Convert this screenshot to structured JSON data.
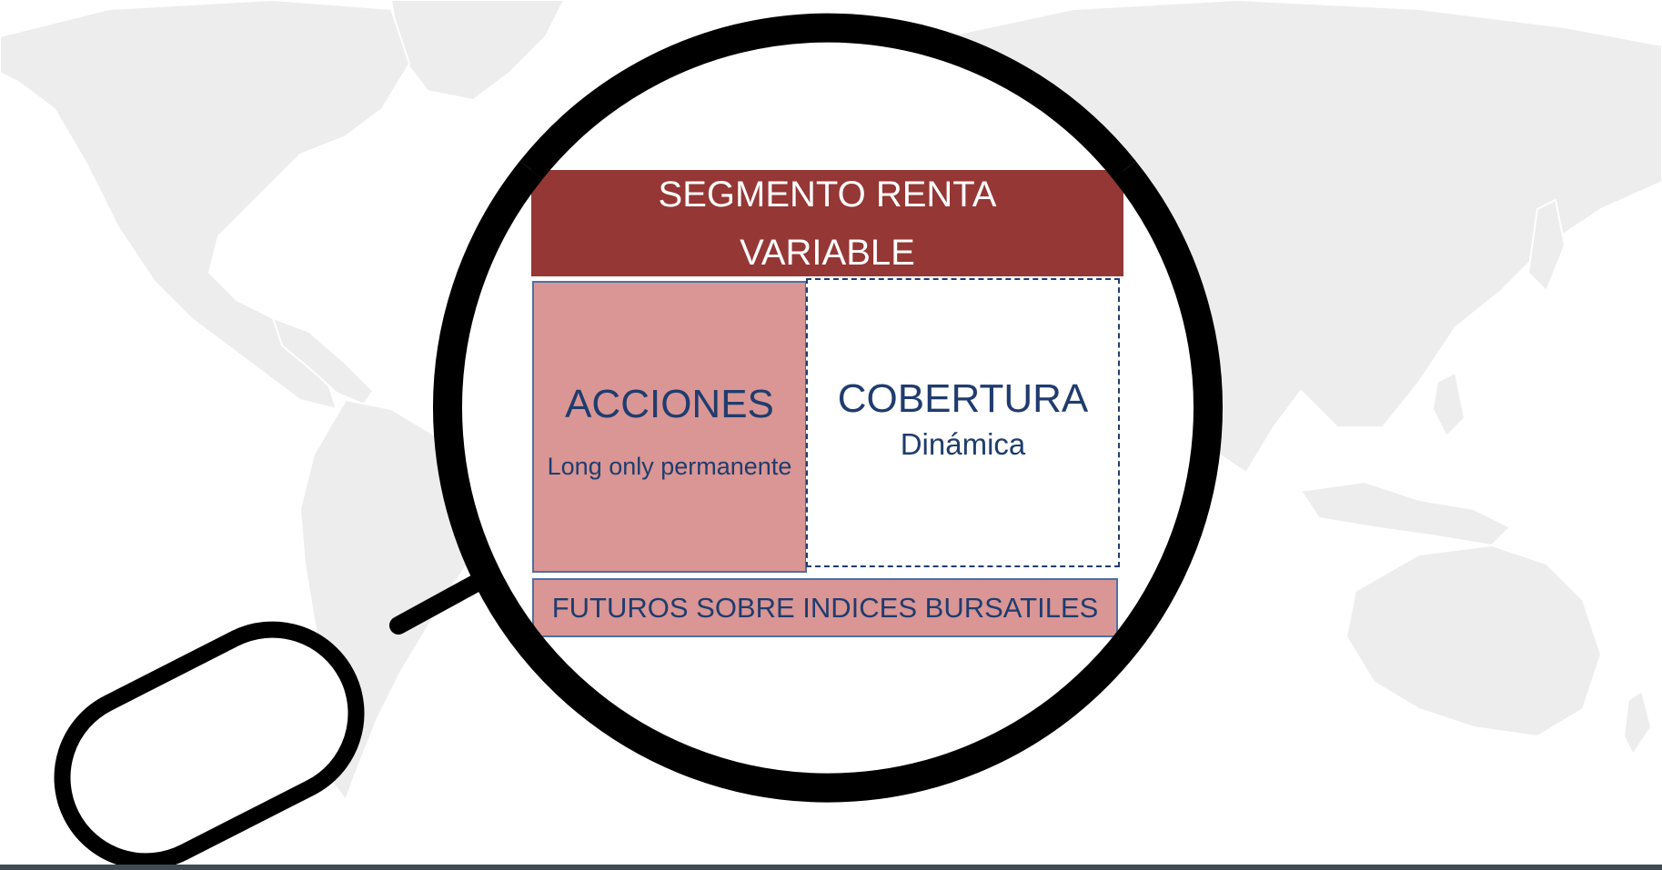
{
  "diagram": {
    "title": "SEGMENTO RENTA VARIABLE",
    "left_block": {
      "title": "ACCIONES",
      "subtitle": "Long only permanente"
    },
    "right_block": {
      "title": "COBERTURA",
      "subtitle": "Dinámica"
    },
    "bottom_block": {
      "label": "FUTUROS SOBRE INDICES BURSATILES"
    }
  },
  "colors": {
    "title_fill": "#953735",
    "block_fill": "#d99694",
    "text_blue": "#1f3c6e",
    "map_gray": "#ededed",
    "magnifier_stroke": "#000000"
  },
  "icons": {
    "background": "world-map-icon",
    "overlay": "magnifying-glass-icon"
  }
}
